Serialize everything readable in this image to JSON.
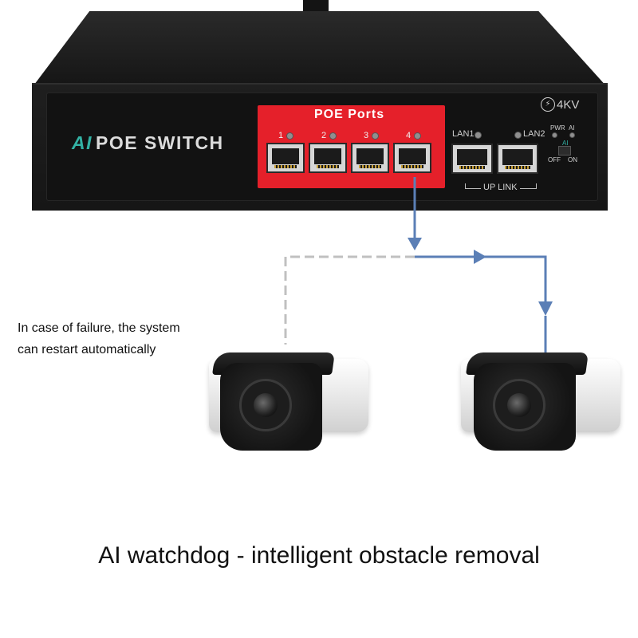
{
  "switch": {
    "brand_ai": "AI",
    "brand_rest": "POE SWITCH",
    "kv_label": "4KV",
    "poe_title": "POE Ports",
    "ports": [
      "1",
      "2",
      "3",
      "4"
    ],
    "lan_labels": [
      "LAN1",
      "LAN2"
    ],
    "uplink_label": "UP LINK",
    "indicator_labels": [
      "PWR",
      "AI"
    ],
    "switch_small": "AI",
    "switch_states": [
      "OFF",
      "ON"
    ]
  },
  "diagram": {
    "note_lines": [
      "In case of failure, the system",
      "can restart automatically"
    ],
    "line_color_active": "#5b7fb6",
    "line_color_failed": "#c0c0c0"
  },
  "caption": "AI watchdog - intelligent obstacle removal",
  "colors": {
    "poe_panel": "#e5202a",
    "brand_accent": "#33b2a4"
  }
}
